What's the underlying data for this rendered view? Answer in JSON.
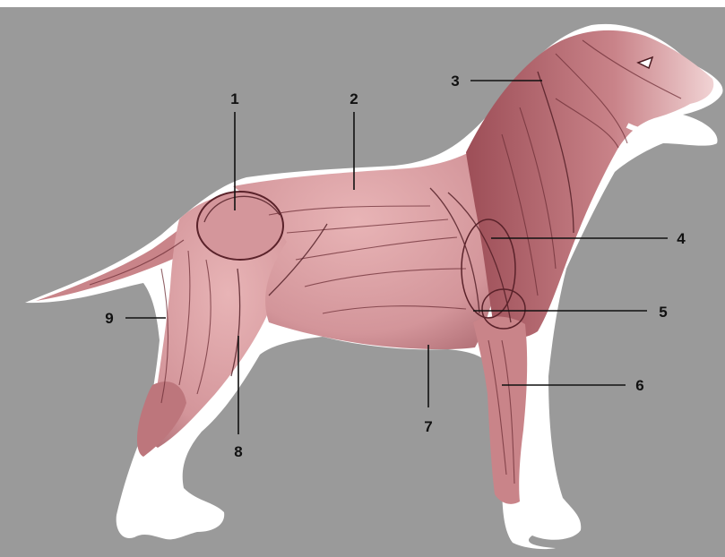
{
  "diagram": {
    "labels": [
      {
        "id": "1",
        "text": "1"
      },
      {
        "id": "2",
        "text": "2"
      },
      {
        "id": "3",
        "text": "3"
      },
      {
        "id": "4",
        "text": "4"
      },
      {
        "id": "5",
        "text": "5"
      },
      {
        "id": "6",
        "text": "6"
      },
      {
        "id": "7",
        "text": "7"
      },
      {
        "id": "8",
        "text": "8"
      },
      {
        "id": "9",
        "text": "9"
      }
    ]
  },
  "colors": {
    "background": "#9a9a9a",
    "muscle": "#d99a9e",
    "muscle_dark": "#8a3f48",
    "outline": "#ffffff",
    "label": "#111111"
  }
}
